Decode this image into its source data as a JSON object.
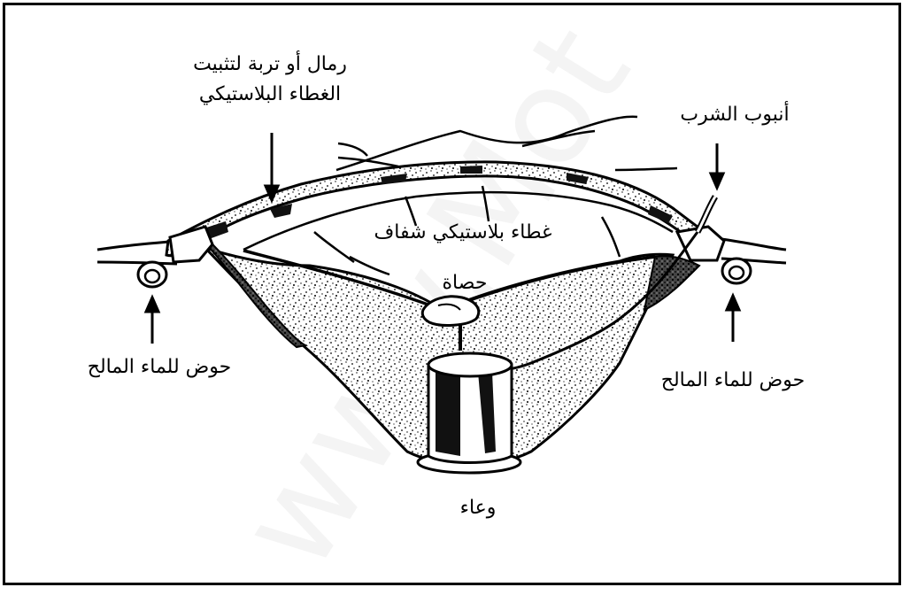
{
  "labels": {
    "sand_line1": "رمال أو تربة لتثبيت",
    "sand_line2": "الغطاء البلاستيكي",
    "drinking_tube": "أنبوب الشرب",
    "plastic_cover": "غطاء بلاستيكي شفاف",
    "pebble": "حصاة",
    "basin_left": "حوض للماء المالح",
    "basin_right": "حوض للماء المالح",
    "vessel": "وعاء"
  },
  "watermark": "www.Mot"
}
